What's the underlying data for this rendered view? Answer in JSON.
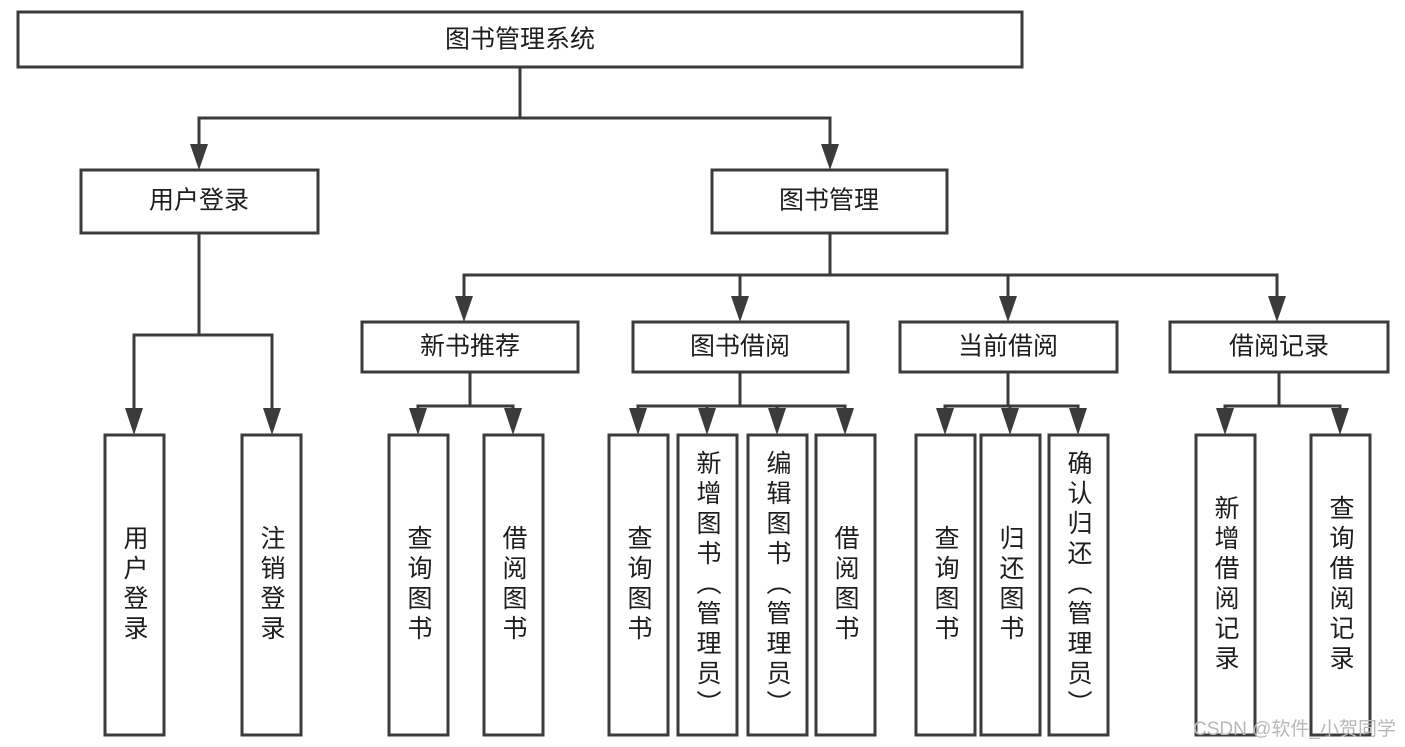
{
  "diagram": {
    "title": "图书管理系统",
    "type": "tree-hierarchy",
    "root": {
      "id": "root",
      "label": "图书管理系统",
      "orientation": "horizontal"
    },
    "level2": [
      {
        "id": "user-login",
        "label": "用户登录",
        "orientation": "horizontal"
      },
      {
        "id": "book-manage",
        "label": "图书管理",
        "orientation": "horizontal"
      }
    ],
    "level3": [
      {
        "id": "new-book-recommend",
        "label": "新书推荐",
        "orientation": "horizontal",
        "parent": "book-manage"
      },
      {
        "id": "book-borrow",
        "label": "图书借阅",
        "orientation": "horizontal",
        "parent": "book-manage"
      },
      {
        "id": "current-borrow",
        "label": "当前借阅",
        "orientation": "horizontal",
        "parent": "book-manage"
      },
      {
        "id": "borrow-record",
        "label": "借阅记录",
        "orientation": "horizontal",
        "parent": "book-manage"
      }
    ],
    "leaves": {
      "user-login": [
        {
          "id": "leaf-user-login",
          "label": "用户登录",
          "orientation": "vertical"
        },
        {
          "id": "leaf-user-logout",
          "label": "注销登录",
          "orientation": "vertical"
        }
      ],
      "new-book-recommend": [
        {
          "id": "leaf-query-book-1",
          "label": "查询图书",
          "orientation": "vertical"
        },
        {
          "id": "leaf-borrow-book-1",
          "label": "借阅图书",
          "orientation": "vertical"
        }
      ],
      "book-borrow": [
        {
          "id": "leaf-query-book-2",
          "label": "查询图书",
          "orientation": "vertical"
        },
        {
          "id": "leaf-add-book",
          "label": "新增图书（管理员）",
          "orientation": "vertical"
        },
        {
          "id": "leaf-edit-book",
          "label": "编辑图书（管理员）",
          "orientation": "vertical"
        },
        {
          "id": "leaf-borrow-book-2",
          "label": "借阅图书",
          "orientation": "vertical"
        }
      ],
      "current-borrow": [
        {
          "id": "leaf-query-book-3",
          "label": "查询图书",
          "orientation": "vertical"
        },
        {
          "id": "leaf-return-book",
          "label": "归还图书",
          "orientation": "vertical"
        },
        {
          "id": "leaf-confirm-return",
          "label": "确认归还（管理员）",
          "orientation": "vertical"
        }
      ],
      "borrow-record": [
        {
          "id": "leaf-add-borrow-record",
          "label": "新增借阅记录",
          "orientation": "vertical"
        },
        {
          "id": "leaf-query-borrow-record",
          "label": "查询借阅记录",
          "orientation": "vertical"
        }
      ]
    }
  },
  "watermark": {
    "text": "CSDN @软件_小贺同学"
  },
  "colors": {
    "stroke": "#3b3b3b",
    "fill": "#ffffff",
    "text": "#1d1d1d",
    "watermark": "#b8b8b8",
    "background": "#ffffff"
  }
}
